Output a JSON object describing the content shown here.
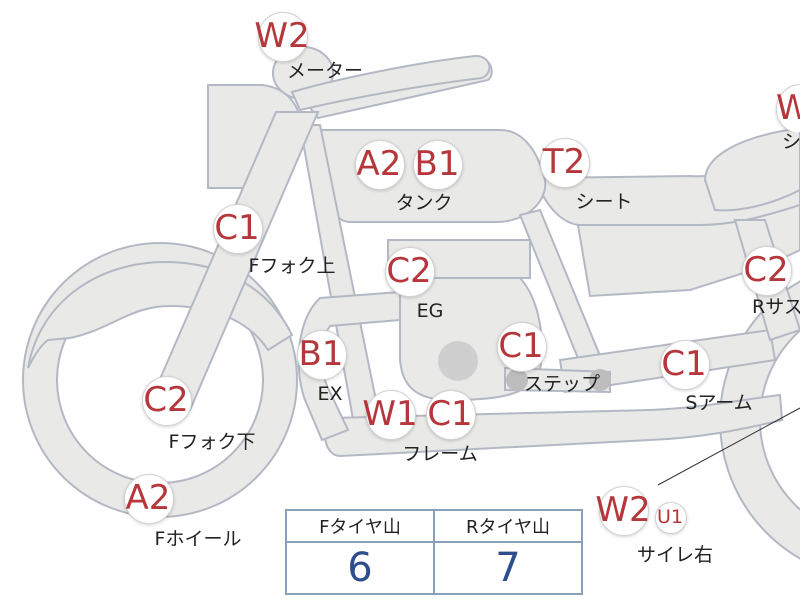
{
  "parts": [
    {
      "id": "meter",
      "label": "メーター",
      "grades": [
        "W2"
      ]
    },
    {
      "id": "tank",
      "label": "タンク",
      "grades": [
        "A2",
        "B1"
      ]
    },
    {
      "id": "seat",
      "label": "シート",
      "grades": [
        "T2"
      ]
    },
    {
      "id": "f-fork-upper",
      "label": "Fフォク上",
      "grades": [
        "C1"
      ]
    },
    {
      "id": "engine",
      "label": "EG",
      "grades": [
        "C2"
      ]
    },
    {
      "id": "exhaust",
      "label": "EX",
      "grades": [
        "B1"
      ]
    },
    {
      "id": "step",
      "label": "ステップ",
      "grades": [
        "C1"
      ]
    },
    {
      "id": "f-fork-lower",
      "label": "Fフォク下",
      "grades": [
        "C2"
      ]
    },
    {
      "id": "frame",
      "label": "フレーム",
      "grades": [
        "W1",
        "C1"
      ]
    },
    {
      "id": "swing-arm",
      "label": "Sアーム",
      "grades": [
        "C1"
      ]
    },
    {
      "id": "r-suspension",
      "label": "Rサス",
      "grades": [
        "C2"
      ]
    },
    {
      "id": "f-wheel",
      "label": "Fホイール",
      "grades": [
        "A2"
      ]
    },
    {
      "id": "muffler-right",
      "label": "サイレ右",
      "grades": [
        "W2",
        "U1"
      ]
    },
    {
      "id": "side-cover",
      "label": "シ",
      "grades": [
        "W"
      ]
    }
  ],
  "tire_tread": {
    "front_label": "Fタイヤ山",
    "front_value": "6",
    "rear_label": "Rタイヤ山",
    "rear_value": "7"
  },
  "colors": {
    "grade": "#b5363b",
    "tread_value": "#2d4e8c",
    "table_border": "#8a9fb9",
    "part_fill": "#e9e9e7",
    "part_stroke": "#b4b8c4"
  }
}
